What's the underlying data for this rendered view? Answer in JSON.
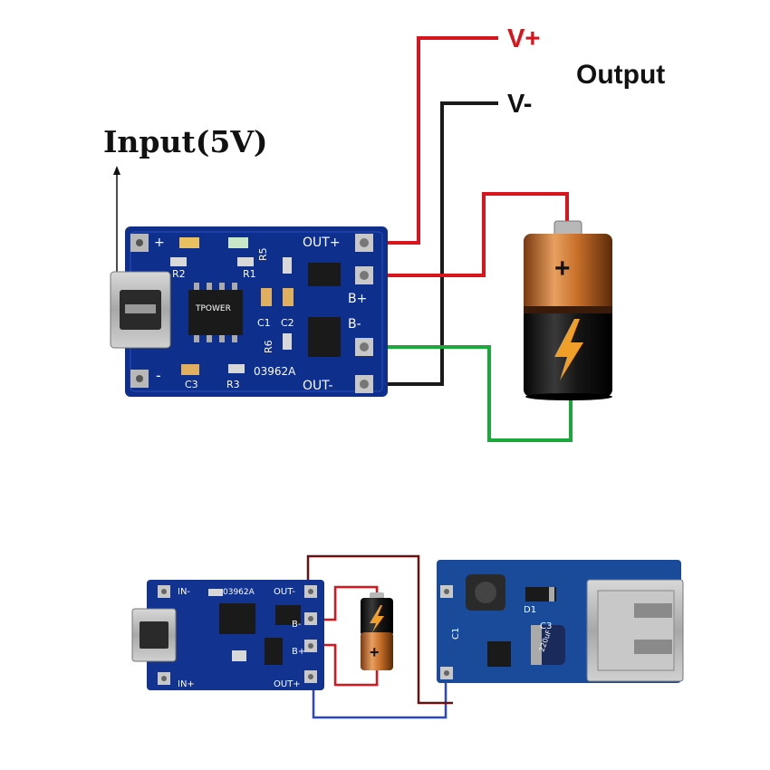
{
  "labels": {
    "input": "Input(5V)",
    "v_plus": "V+",
    "v_minus": "V-",
    "output": "Output"
  },
  "board_top": {
    "plus": "+",
    "minus": "-",
    "out_plus": "OUT+",
    "out_minus": "OUT-",
    "b_plus": "B+",
    "b_minus": "B-",
    "r1": "R1",
    "r2": "R2",
    "r3": "R3",
    "r5": "R5",
    "r6": "R6",
    "c1": "C1",
    "c2": "C2",
    "c3": "C3",
    "code": "03962A",
    "chip_text": "TPOWER"
  },
  "board_bottom": {
    "in_minus": "IN-",
    "in_plus": "IN+",
    "out_minus": "OUT-",
    "out_plus": "OUT+",
    "b_minus": "B-",
    "b_plus": "B+",
    "code": "03962A",
    "boost_c3": "C3",
    "boost_c1": "C1",
    "boost_d1": "D1",
    "cap_text": "220uF"
  },
  "colors": {
    "pcb": "#0e2f8c",
    "wire_red": "#d8141c",
    "wire_black": "#1a1a1a",
    "wire_green": "#1aa83a",
    "wire_blue": "#2c46c8",
    "wire_darkred": "#6a1010",
    "battery_copper": "#c8702a",
    "battery_black": "#161616",
    "bolt": "#f0a028"
  },
  "icons": [
    "battery-icon",
    "lightning-bolt-icon",
    "usb-port-icon",
    "arrow-up-icon"
  ]
}
